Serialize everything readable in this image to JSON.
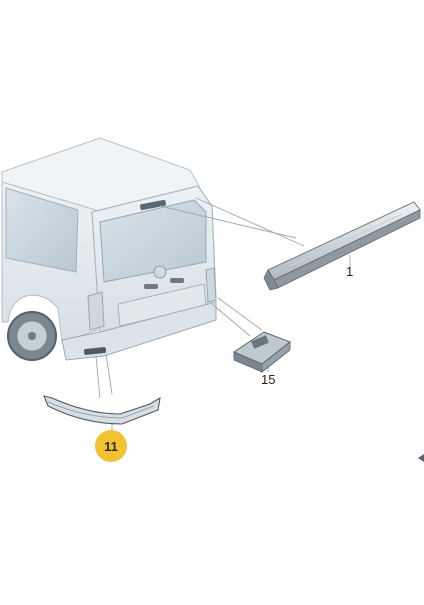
{
  "callouts": {
    "rear_light_bar": "1",
    "license_plate_lamp": "15",
    "bumper_trim_highlighted": "11"
  },
  "colors": {
    "highlight": "#f2c230",
    "van_glass": "#c9d6df",
    "van_body": "#e9eef2",
    "leader_line": "#9aa8b2"
  },
  "icons": {
    "edge_marker": "triangle-marker-icon"
  }
}
